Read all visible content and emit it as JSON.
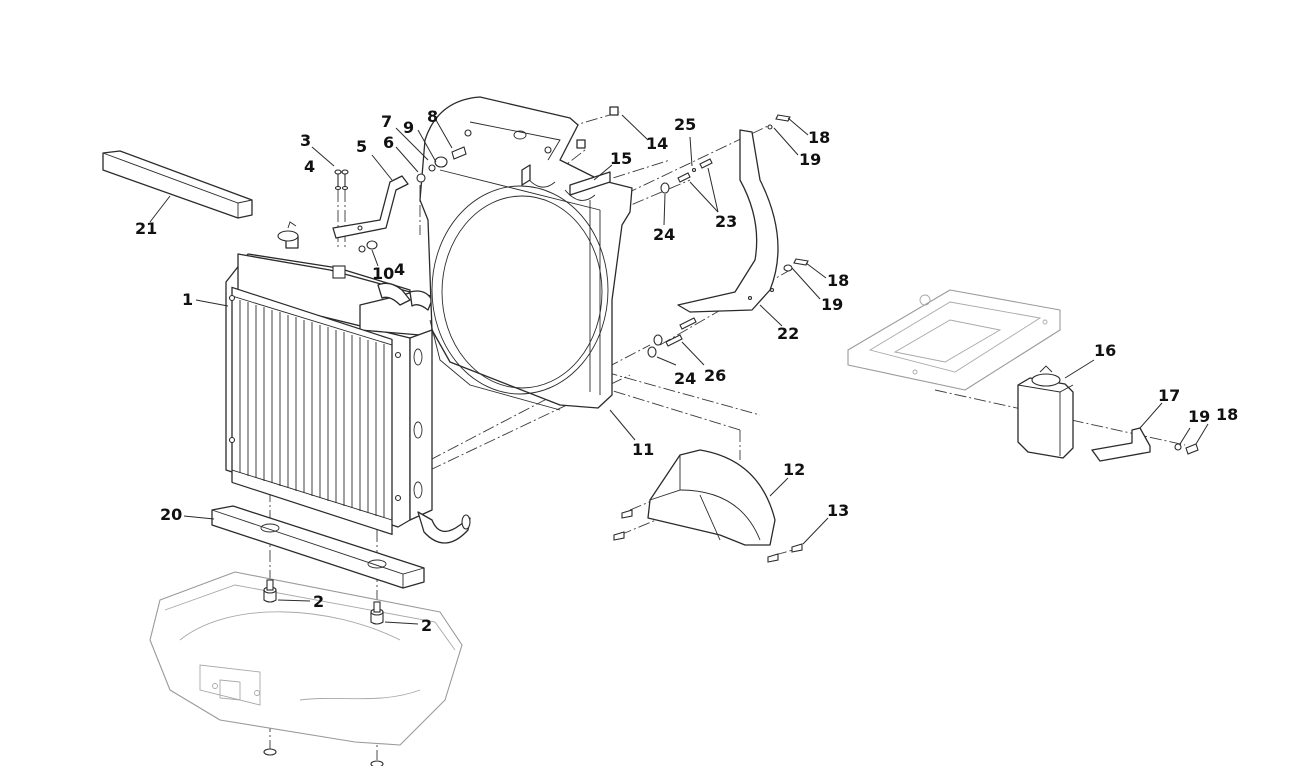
{
  "diagram": {
    "callouts": [
      {
        "id": "c1",
        "text": "1"
      },
      {
        "id": "c2a",
        "text": "2"
      },
      {
        "id": "c2b",
        "text": "2"
      },
      {
        "id": "c3",
        "text": "3"
      },
      {
        "id": "c4a",
        "text": "4"
      },
      {
        "id": "c4b",
        "text": "4"
      },
      {
        "id": "c5",
        "text": "5"
      },
      {
        "id": "c6",
        "text": "6"
      },
      {
        "id": "c7",
        "text": "7"
      },
      {
        "id": "c8",
        "text": "8"
      },
      {
        "id": "c9",
        "text": "9"
      },
      {
        "id": "c10",
        "text": "10"
      },
      {
        "id": "c11",
        "text": "11"
      },
      {
        "id": "c12",
        "text": "12"
      },
      {
        "id": "c13",
        "text": "13"
      },
      {
        "id": "c14",
        "text": "14"
      },
      {
        "id": "c15",
        "text": "15"
      },
      {
        "id": "c16",
        "text": "16"
      },
      {
        "id": "c17",
        "text": "17"
      },
      {
        "id": "c18a",
        "text": "18"
      },
      {
        "id": "c18b",
        "text": "18"
      },
      {
        "id": "c18c",
        "text": "18"
      },
      {
        "id": "c19a",
        "text": "19"
      },
      {
        "id": "c19b",
        "text": "19"
      },
      {
        "id": "c19c",
        "text": "19"
      },
      {
        "id": "c20",
        "text": "20"
      },
      {
        "id": "c21",
        "text": "21"
      },
      {
        "id": "c22",
        "text": "22"
      },
      {
        "id": "c23",
        "text": "23"
      },
      {
        "id": "c24a",
        "text": "24"
      },
      {
        "id": "c24b",
        "text": "24"
      },
      {
        "id": "c25",
        "text": "25"
      },
      {
        "id": "c26",
        "text": "26"
      }
    ]
  }
}
